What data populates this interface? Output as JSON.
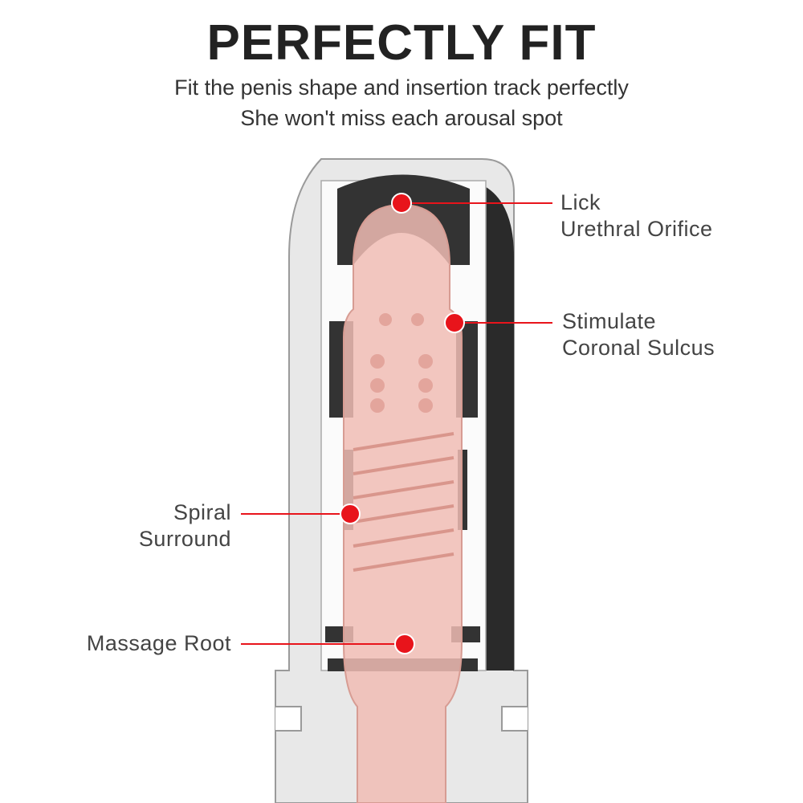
{
  "header": {
    "title": "PERFECTLY FIT",
    "subtitle_line1": "Fit the penis shape and insertion track perfectly",
    "subtitle_line2": "She won't miss each arousal spot"
  },
  "callouts": [
    {
      "line1": "Lick",
      "line2": "Urethral Orifice"
    },
    {
      "line1": "Stimulate",
      "line2": "Coronal Sulcus"
    },
    {
      "line1": "Spiral",
      "line2": "Surround"
    },
    {
      "line1": "Massage Root"
    }
  ],
  "colors": {
    "marker": "#e8141b",
    "shell": "#e6e6e6",
    "inner": "#f0bcb4",
    "dark": "#2a2a2a"
  }
}
